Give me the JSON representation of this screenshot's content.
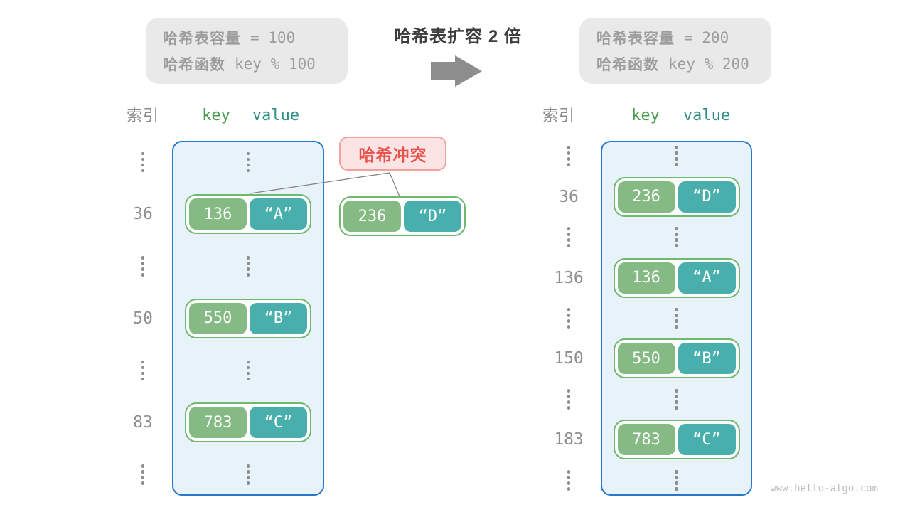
{
  "top": {
    "left_box": {
      "line1": {
        "label": "哈希表容量",
        "value": "= 100"
      },
      "line2": {
        "label": "哈希函数",
        "value": "key % 100"
      }
    },
    "title": "哈希表扩容 2 倍",
    "right_box": {
      "line1": {
        "label": "哈希表容量",
        "value": "= 200"
      },
      "line2": {
        "label": "哈希函数",
        "value": "key % 200"
      }
    }
  },
  "left_table": {
    "headers": {
      "index": "索引",
      "key": "key",
      "value": "value"
    },
    "rows": [
      {
        "type": "dots"
      },
      {
        "type": "pair",
        "index": "36",
        "key": "136",
        "value": "“A”"
      },
      {
        "type": "dots"
      },
      {
        "type": "pair",
        "index": "50",
        "key": "550",
        "value": "“B”"
      },
      {
        "type": "dots"
      },
      {
        "type": "pair",
        "index": "83",
        "key": "783",
        "value": "“C”"
      },
      {
        "type": "dots"
      }
    ]
  },
  "right_table": {
    "headers": {
      "index": "索引",
      "key": "key",
      "value": "value"
    },
    "rows": [
      {
        "type": "dots"
      },
      {
        "type": "pair",
        "index": "36",
        "key": "236",
        "value": "“D”"
      },
      {
        "type": "dots"
      },
      {
        "type": "pair",
        "index": "136",
        "key": "136",
        "value": "“A”"
      },
      {
        "type": "dots"
      },
      {
        "type": "pair",
        "index": "150",
        "key": "550",
        "value": "“B”"
      },
      {
        "type": "dots"
      },
      {
        "type": "pair",
        "index": "183",
        "key": "783",
        "value": "“C”"
      },
      {
        "type": "dots"
      }
    ]
  },
  "conflict": {
    "label": "哈希冲突",
    "pair": {
      "key": "236",
      "value": "“D”"
    }
  },
  "watermark": "www.hello-algo.com",
  "colors": {
    "key_green": "#85ba84",
    "value_teal": "#49afac",
    "pair_border_green": "#6db96d",
    "container_border_blue": "#2578cc",
    "container_fill_blue": "#e8f2fb",
    "conflict_text_red": "#e9534e",
    "conflict_fill_pink": "#fce4e4",
    "conflict_border_pink": "#f2a19e",
    "info_box_gray": "#e9e9e9",
    "info_text_gray": "#9d9d9d",
    "title_dark": "#3d3d3d",
    "arrow_gray": "#8d8d8d",
    "header_key_green": "#4a9c4e",
    "header_value_teal": "#2f8f86",
    "index_gray": "#8f8f8f",
    "watermark_gray": "#bdbdbd"
  }
}
